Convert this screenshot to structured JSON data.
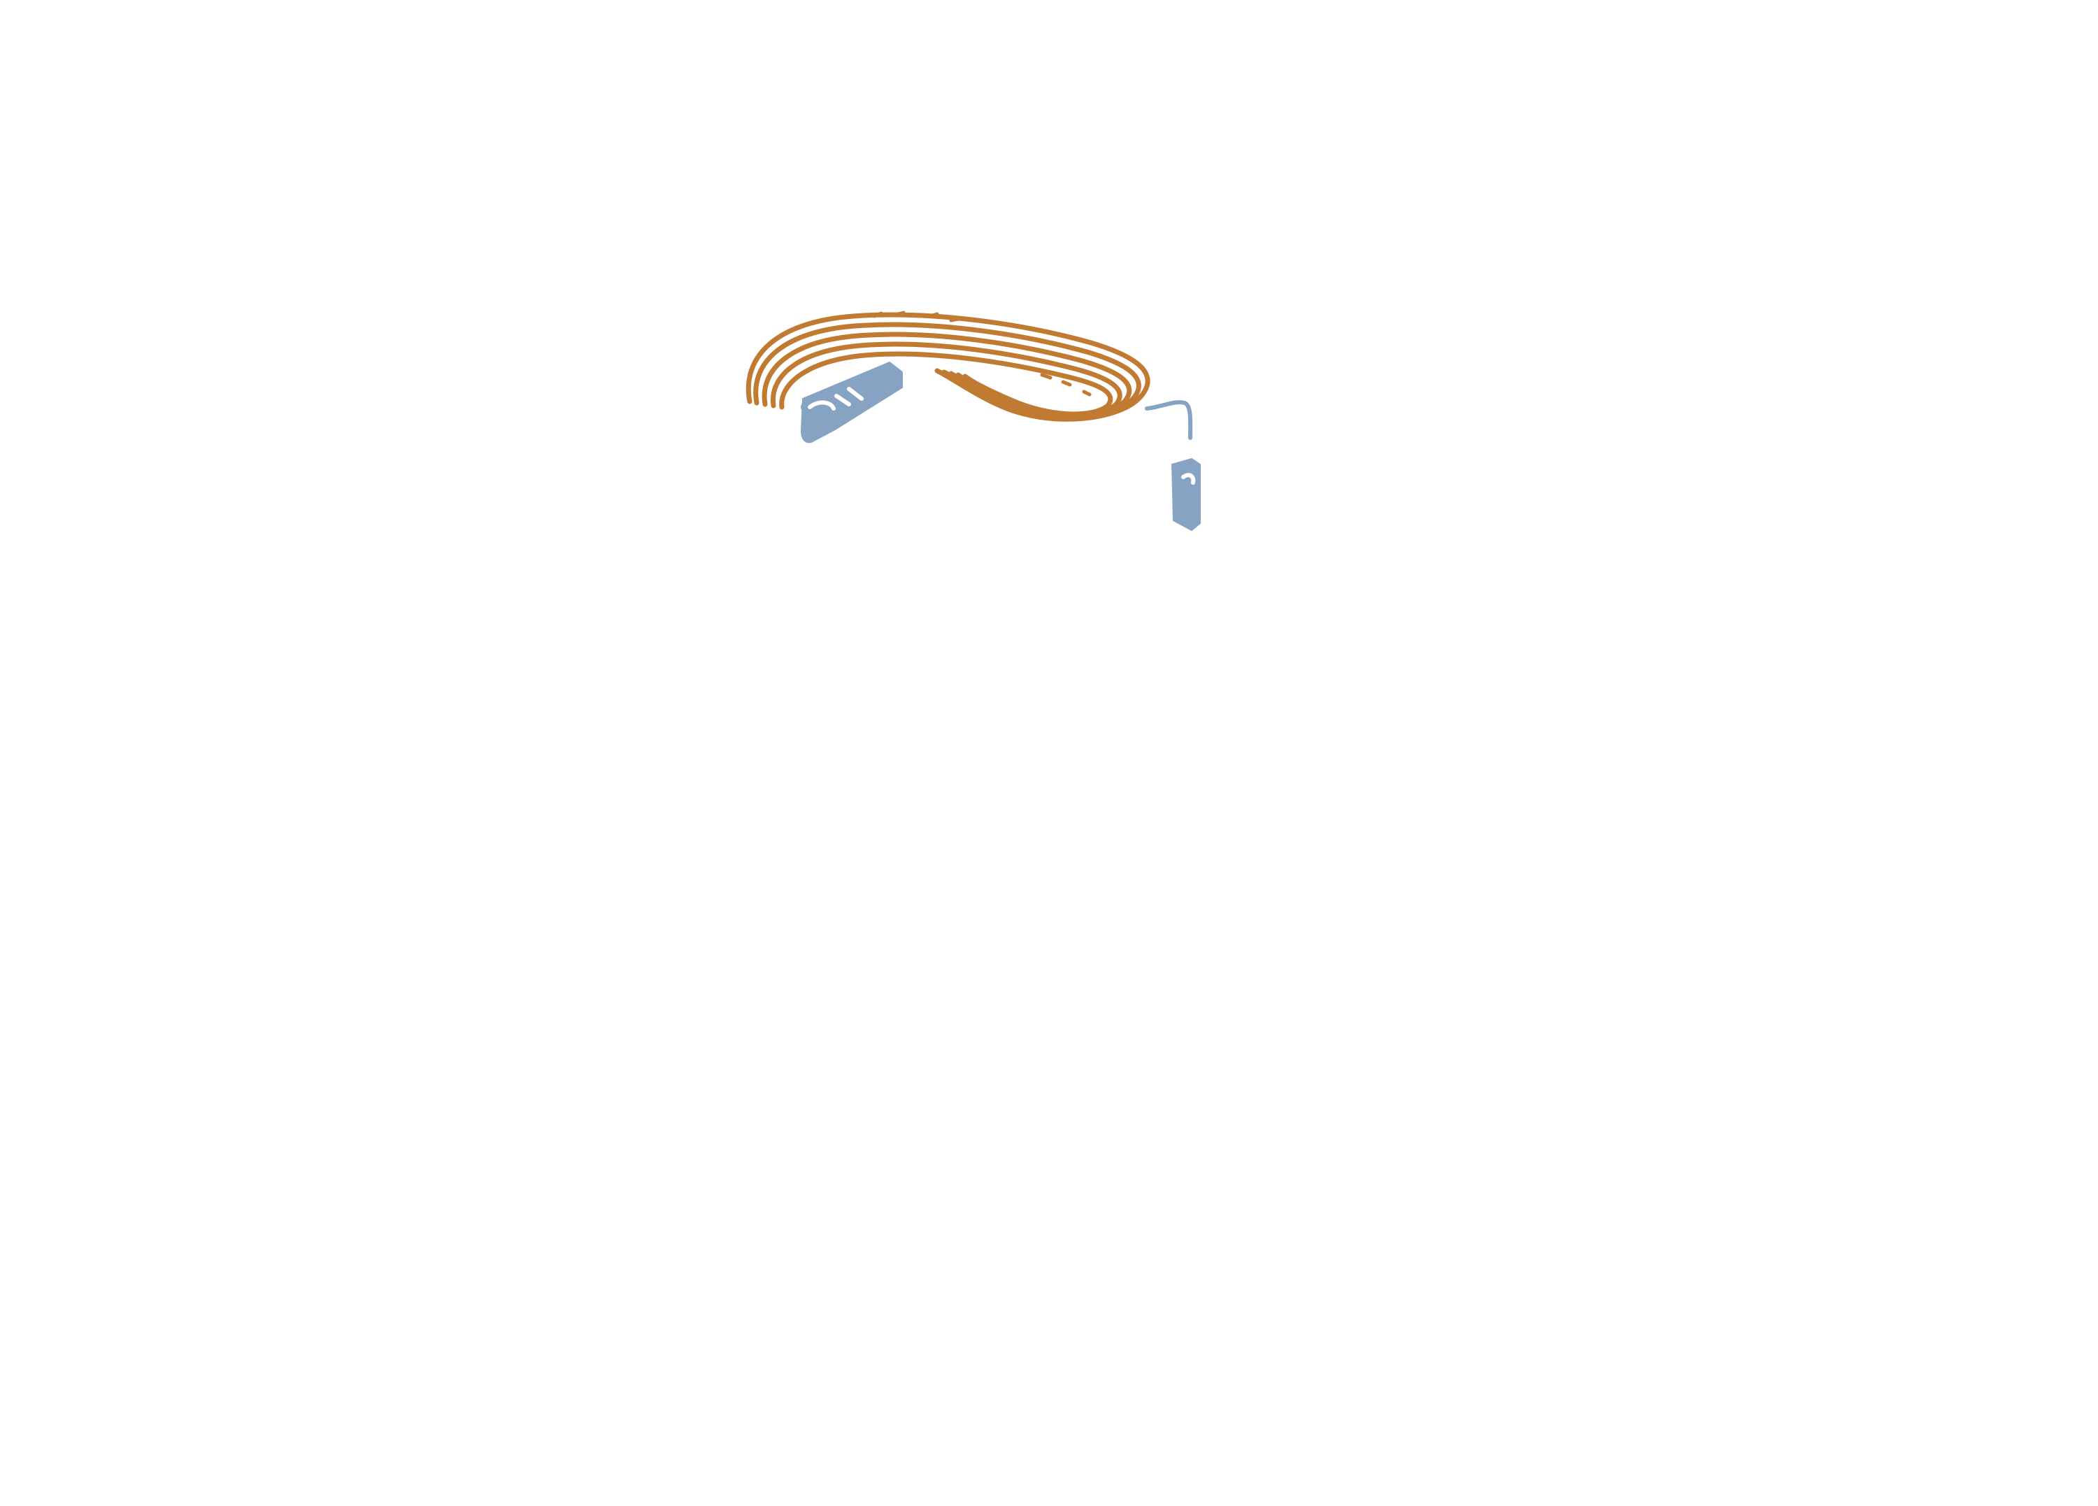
{
  "illustration": {
    "description_visible_text": "",
    "components": [
      {
        "name": "cable-coil",
        "kind": "stranded ribbon cable loop"
      },
      {
        "name": "left-connector",
        "kind": "connector plug"
      },
      {
        "name": "right-connector",
        "kind": "connector plug"
      },
      {
        "name": "lead-wire",
        "kind": "thin lead wire"
      }
    ],
    "colors": {
      "cable": "#c17a32",
      "connector": "#87a3c4",
      "highlight": "#ffffff",
      "background": "#ffffff"
    }
  }
}
